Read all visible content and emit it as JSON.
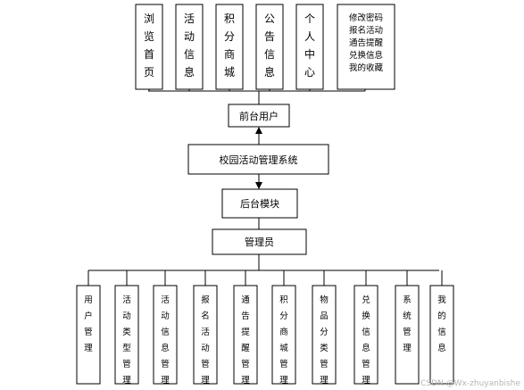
{
  "top_modules": [
    {
      "text": "浏览首页"
    },
    {
      "text": "活动信息"
    },
    {
      "text": "积分商城"
    },
    {
      "text": "公告信息"
    },
    {
      "text": "个人中心"
    }
  ],
  "personal_center_items": [
    "修改密码",
    "报名活动",
    "通告提醒",
    "兑换信息",
    "我的收藏"
  ],
  "frontend_user": "前台用户",
  "system_name": "校园活动管理系统",
  "backend_module": "后台模块",
  "admin": "管理员",
  "bottom_modules": [
    {
      "text": "用户管理"
    },
    {
      "text": "活动类型管理"
    },
    {
      "text": "活动信息管理"
    },
    {
      "text": "报名活动管理"
    },
    {
      "text": "通告提醒管理"
    },
    {
      "text": "积分商城管理"
    },
    {
      "text": "物品分类管理"
    },
    {
      "text": "兑换信息管理"
    },
    {
      "text": "系统管理"
    },
    {
      "text": "我的信息"
    }
  ],
  "watermark": "CSDN @Wx-zhuyanbishe"
}
